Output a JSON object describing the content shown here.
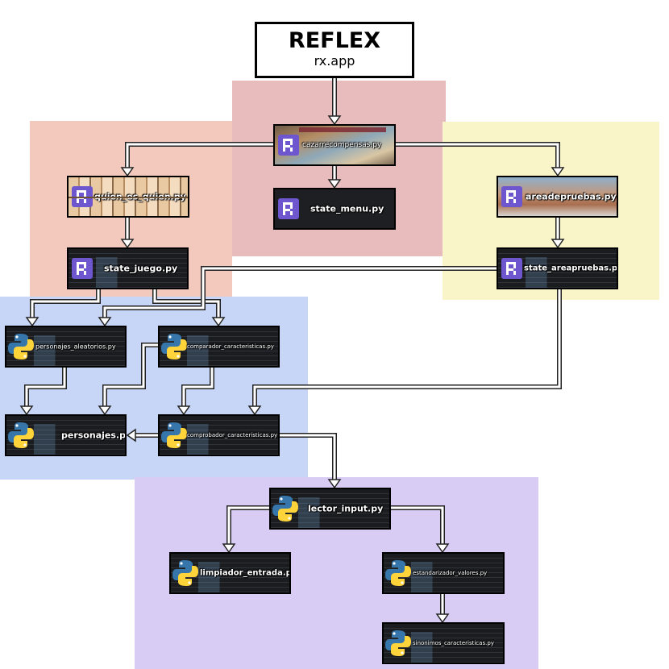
{
  "root": {
    "title": "REFLEX",
    "subtitle": "rx.app"
  },
  "region_colors": {
    "red": "#e8bcbc",
    "salmon": "#f2c9bc",
    "yellow": "#faf5c8",
    "blue": "#c7d6f7",
    "purple": "#d8ccf5"
  },
  "nodes": {
    "cazarrecompensas": {
      "label": "cazarrecompensas.py",
      "icon": "reflex-icon",
      "preview": "screenshot"
    },
    "state_menu": {
      "label": "state_menu.py",
      "icon": "reflex-icon",
      "preview": "none"
    },
    "quien_es_quien": {
      "label": "quien_es_quien.py",
      "icon": "reflex-icon",
      "preview": "screenshot"
    },
    "state_juego": {
      "label": "state_juego.py",
      "icon": "reflex-icon",
      "preview": "code"
    },
    "areadepruebas": {
      "label": "areadepruebas.py",
      "icon": "reflex-icon",
      "preview": "screenshot"
    },
    "state_areapruebas": {
      "label": "state_areapruebas.py",
      "icon": "reflex-icon",
      "preview": "code"
    },
    "personajes_aleatorios": {
      "label": "personajes_aleatorios.py",
      "icon": "python-icon",
      "preview": "code"
    },
    "comparador_caracteristicas": {
      "label": "comparador_caracteristicas.py",
      "icon": "python-icon",
      "preview": "code"
    },
    "personajes": {
      "label": "personajes.py",
      "icon": "python-icon",
      "preview": "code"
    },
    "comprobador_caracteristicas": {
      "label": "comprobador_caracteristicas.py",
      "icon": "python-icon",
      "preview": "code"
    },
    "lector_input": {
      "label": "lector_input.py",
      "icon": "python-icon",
      "preview": "code"
    },
    "limpiador_entrada": {
      "label": "limpiador_entrada.py",
      "icon": "python-icon",
      "preview": "code"
    },
    "estandarizador_valores": {
      "label": "estandarizador_valores.py",
      "icon": "python-icon",
      "preview": "code"
    },
    "sinonimos_caracteristicas": {
      "label": "sinonimos_caracteristicas.py",
      "icon": "python-icon",
      "preview": "code"
    }
  },
  "edges": [
    {
      "from": "root",
      "to": "cazarrecompensas"
    },
    {
      "from": "cazarrecompensas",
      "to": "quien_es_quien"
    },
    {
      "from": "cazarrecompensas",
      "to": "state_menu"
    },
    {
      "from": "cazarrecompensas",
      "to": "areadepruebas"
    },
    {
      "from": "quien_es_quien",
      "to": "state_juego"
    },
    {
      "from": "areadepruebas",
      "to": "state_areapruebas"
    },
    {
      "from": "state_juego",
      "to": "personajes_aleatorios"
    },
    {
      "from": "state_juego",
      "to": "comparador_caracteristicas"
    },
    {
      "from": "state_areapruebas",
      "to": "personajes_aleatorios"
    },
    {
      "from": "state_areapruebas",
      "to": "comprobador_caracteristicas"
    },
    {
      "from": "personajes_aleatorios",
      "to": "personajes"
    },
    {
      "from": "comparador_caracteristicas",
      "to": "personajes"
    },
    {
      "from": "comparador_caracteristicas",
      "to": "comprobador_caracteristicas"
    },
    {
      "from": "comprobador_caracteristicas",
      "to": "personajes"
    },
    {
      "from": "comprobador_caracteristicas",
      "to": "lector_input"
    },
    {
      "from": "lector_input",
      "to": "limpiador_entrada"
    },
    {
      "from": "lector_input",
      "to": "estandarizador_valores"
    },
    {
      "from": "estandarizador_valores",
      "to": "sinonimos_caracteristicas"
    }
  ]
}
